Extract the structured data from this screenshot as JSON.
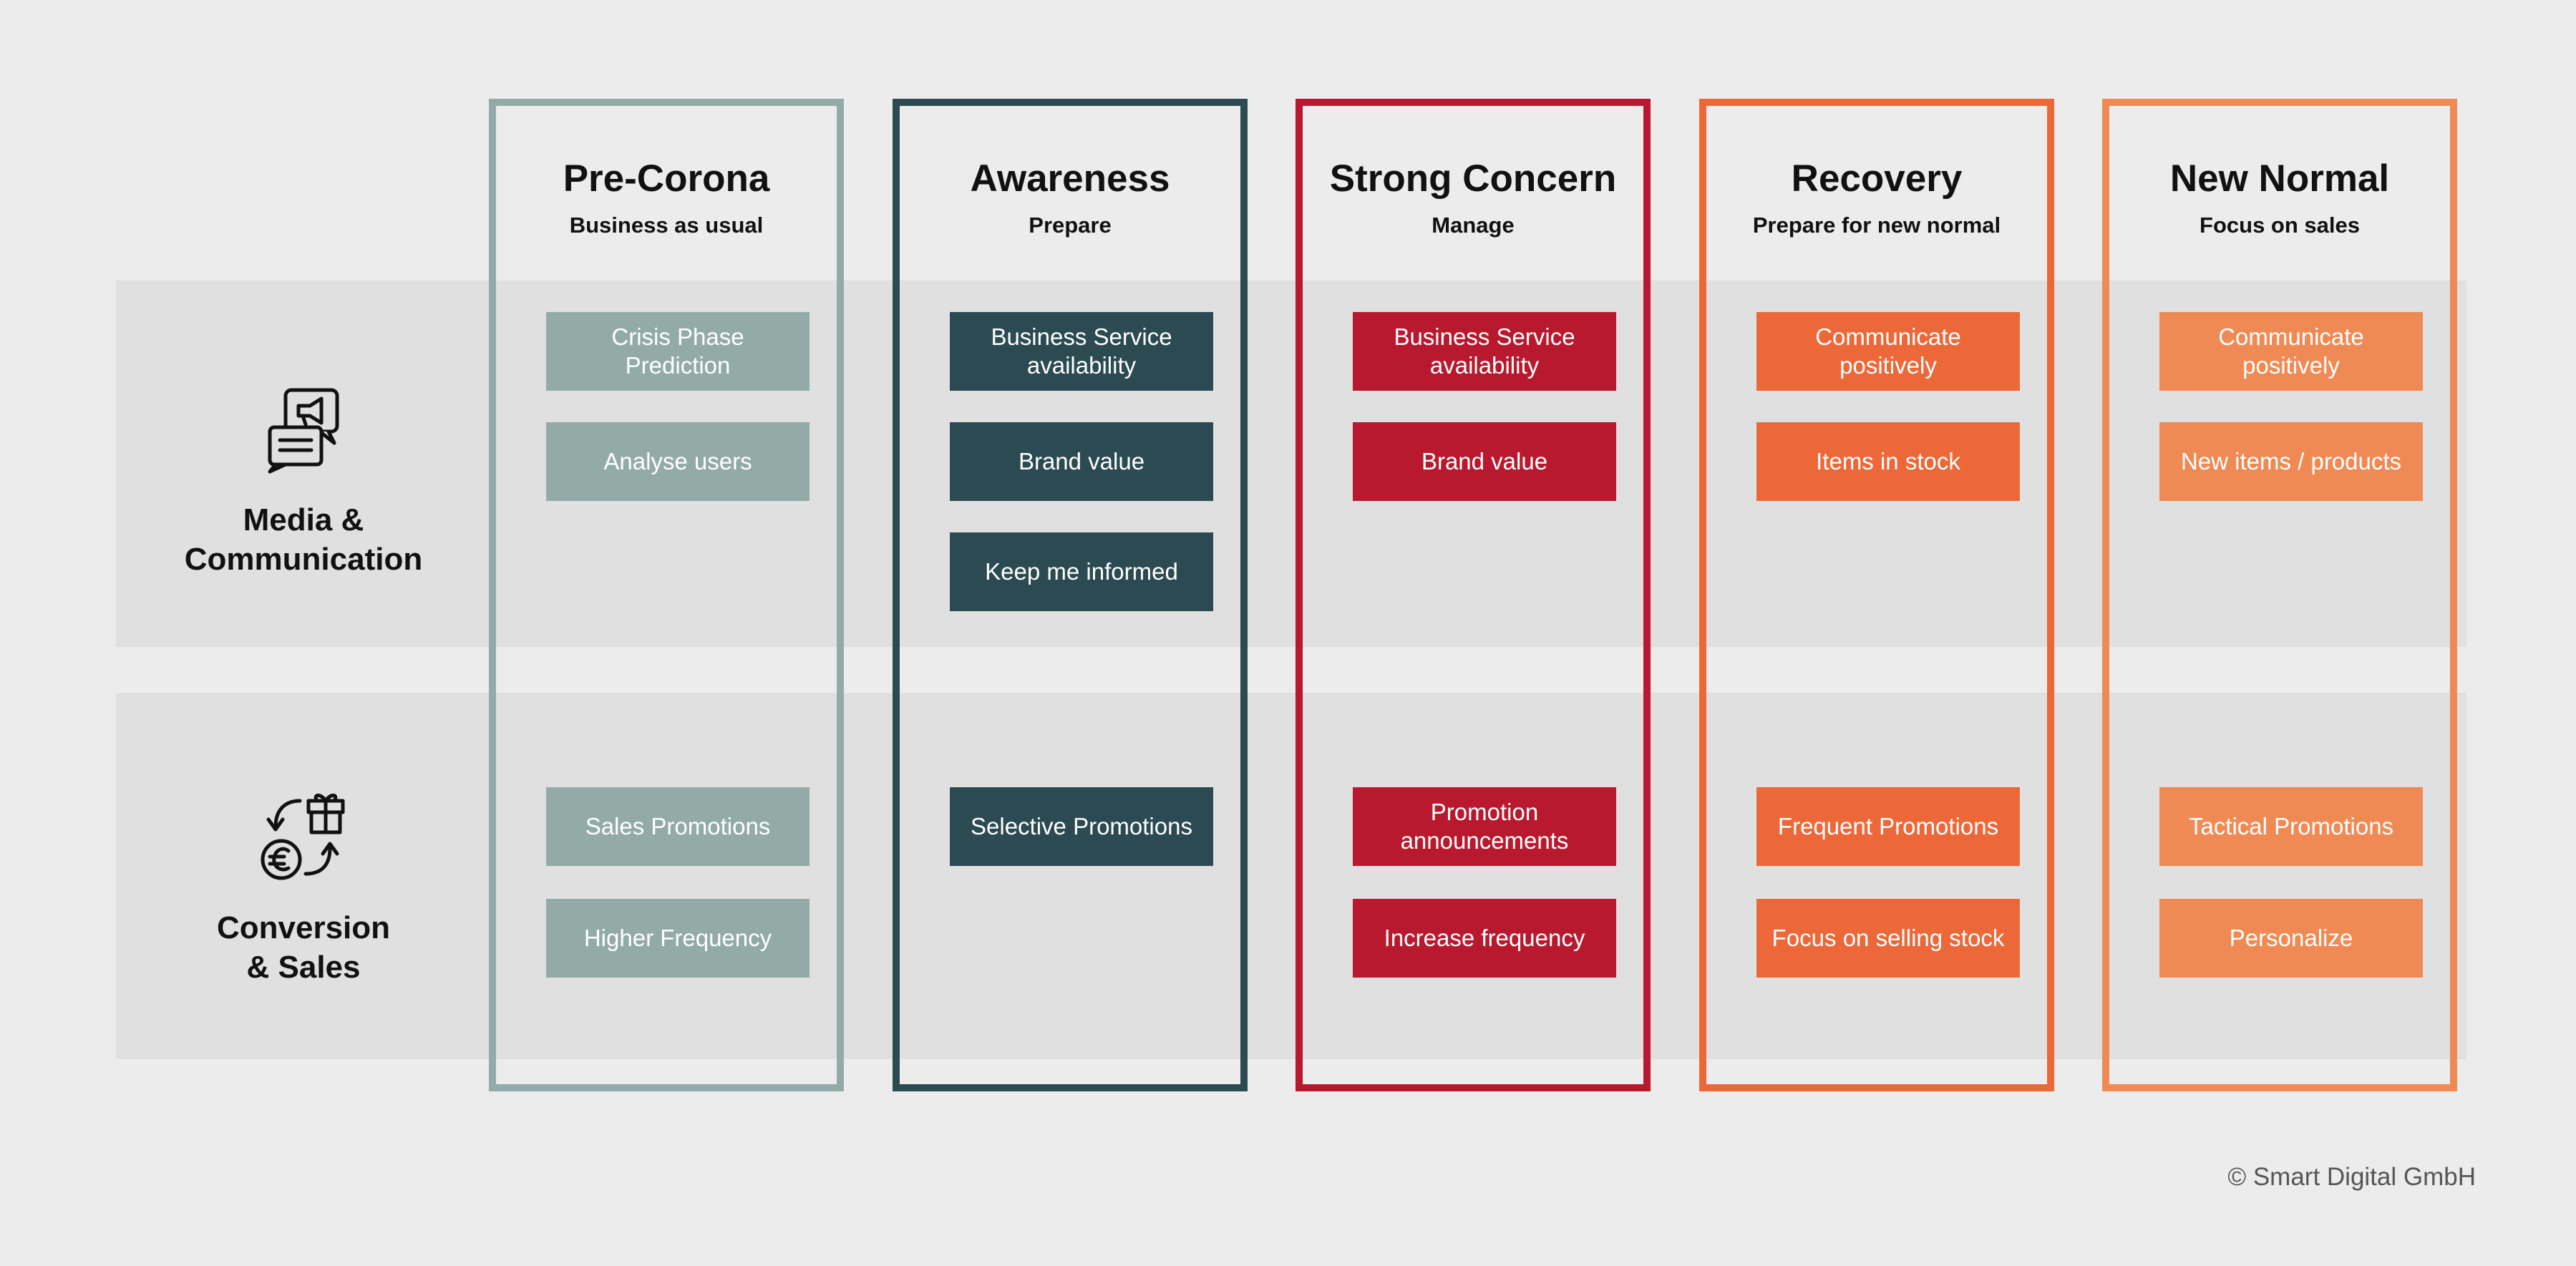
{
  "rows": [
    {
      "label_lines": [
        "Media &",
        "Communication"
      ],
      "icon": "megaphone-chat-icon"
    },
    {
      "label_lines": [
        "Conversion",
        "& Sales"
      ],
      "icon": "gift-euro-exchange-icon"
    }
  ],
  "phases": [
    {
      "title": "Pre-Corona",
      "subtitle": "Business as usual",
      "color": "#93aba6",
      "media": [
        "Crisis Phase Prediction",
        "Analyse users"
      ],
      "conversion": [
        "Sales Promotions",
        "Higher Frequency"
      ]
    },
    {
      "title": "Awareness",
      "subtitle": "Prepare",
      "color": "#2b4a52",
      "media": [
        "Business Service availability",
        "Brand value",
        "Keep me informed"
      ],
      "conversion": [
        "Selective Promotions"
      ]
    },
    {
      "title": "Strong Concern",
      "subtitle": "Manage",
      "color": "#b8192e",
      "media": [
        "Business Service availability",
        "Brand value"
      ],
      "conversion": [
        "Promotion announcements",
        "Increase frequency"
      ]
    },
    {
      "title": "Recovery",
      "subtitle": "Prepare for new normal",
      "color": "#ec6839",
      "media": [
        "Communicate positively",
        "Items in stock"
      ],
      "conversion": [
        "Frequent Promotions",
        "Focus on selling stock"
      ]
    },
    {
      "title": "New Normal",
      "subtitle": "Focus on sales",
      "color": "#f08a55",
      "media": [
        "Communicate positively",
        "New items / products"
      ],
      "conversion": [
        "Tactical Promotions",
        "Personalize"
      ]
    }
  ],
  "footer": {
    "copyright": "© Smart Digital GmbH"
  }
}
